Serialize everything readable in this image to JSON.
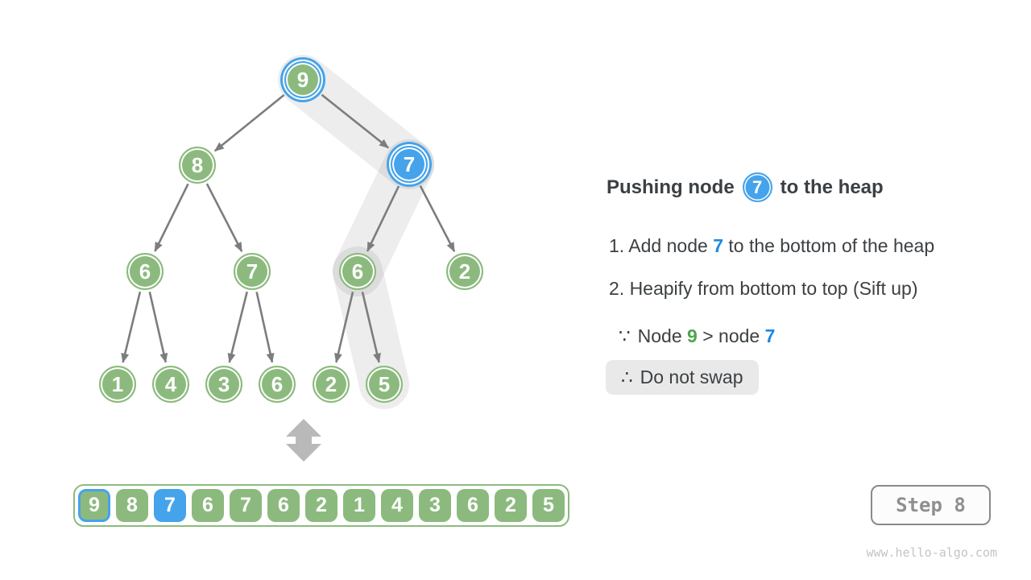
{
  "colors": {
    "node_green": "#8cba7e",
    "node_blue": "#45a3eb",
    "band": "rgba(30,30,30,0.078)",
    "arrow": "#7d7d7d",
    "updown_arrow": "#b9b9b9",
    "text": "#3c4043",
    "text_green": "#4fa54f",
    "text_blue": "#1e88e5"
  },
  "tree": {
    "nodes": [
      {
        "value": "9",
        "variant": "green-selected"
      },
      {
        "value": "8",
        "variant": "green"
      },
      {
        "value": "7",
        "variant": "blue-selected"
      },
      {
        "value": "6",
        "variant": "green"
      },
      {
        "value": "7",
        "variant": "green"
      },
      {
        "value": "6",
        "variant": "green"
      },
      {
        "value": "2",
        "variant": "green"
      },
      {
        "value": "1",
        "variant": "green"
      },
      {
        "value": "4",
        "variant": "green"
      },
      {
        "value": "3",
        "variant": "green"
      },
      {
        "value": "6",
        "variant": "green"
      },
      {
        "value": "2",
        "variant": "green"
      },
      {
        "value": "5",
        "variant": "green"
      }
    ],
    "highlight_path": [
      0,
      2,
      5,
      12
    ]
  },
  "array": {
    "cells": [
      {
        "value": "9",
        "variant": "green-selected"
      },
      {
        "value": "8",
        "variant": "green"
      },
      {
        "value": "7",
        "variant": "blue"
      },
      {
        "value": "6",
        "variant": "green"
      },
      {
        "value": "7",
        "variant": "green"
      },
      {
        "value": "6",
        "variant": "green"
      },
      {
        "value": "2",
        "variant": "green"
      },
      {
        "value": "1",
        "variant": "green"
      },
      {
        "value": "4",
        "variant": "green"
      },
      {
        "value": "3",
        "variant": "green"
      },
      {
        "value": "6",
        "variant": "green"
      },
      {
        "value": "2",
        "variant": "green"
      },
      {
        "value": "5",
        "variant": "green"
      }
    ]
  },
  "panel": {
    "heading": {
      "prefix": "Pushing node",
      "node_value": "7",
      "suffix": "to the heap"
    },
    "steps": [
      {
        "prefix": "1. Add node ",
        "highlight": "7",
        "suffix": " to the bottom of the heap"
      },
      {
        "prefix": "2. Heapify from bottom to top (Sift up)",
        "highlight": "",
        "suffix": ""
      }
    ],
    "because": {
      "symbol": "∵",
      "t1": "Node ",
      "v1": "9",
      "t2": " > node ",
      "v2": "7"
    },
    "therefore": {
      "symbol": "∴",
      "text": "Do not swap"
    }
  },
  "footer": {
    "step_label": "Step 8",
    "site_label": "www.hello-algo.com"
  }
}
